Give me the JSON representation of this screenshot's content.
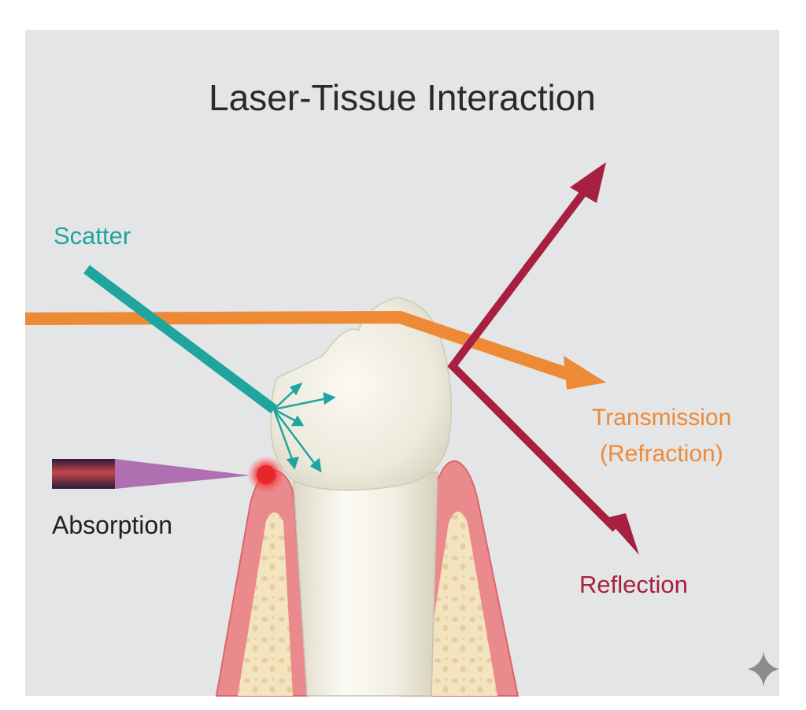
{
  "title": "Laser-Tissue Interaction",
  "labels": {
    "scatter": "Scatter",
    "transmission_line1": "Transmission",
    "transmission_line2": "(Refraction)",
    "absorption": "Absorption",
    "reflection": "Reflection"
  },
  "colors": {
    "background": "#e4e5e7",
    "title": "#2a2a2a",
    "scatter": "#1fa59f",
    "transmission": "#ee8a35",
    "reflection": "#a8203f",
    "absorption_text": "#222222",
    "absorption_spot": "#e8262a",
    "probe_tip": "#b06fb0",
    "probe_body": "#3b2040",
    "gum": "#ea8a8c",
    "gum_edge": "#d9666d",
    "bone": "#f4e3bf",
    "tooth": "#f1efe6"
  },
  "icons": {
    "corner": "sparkle-icon"
  }
}
